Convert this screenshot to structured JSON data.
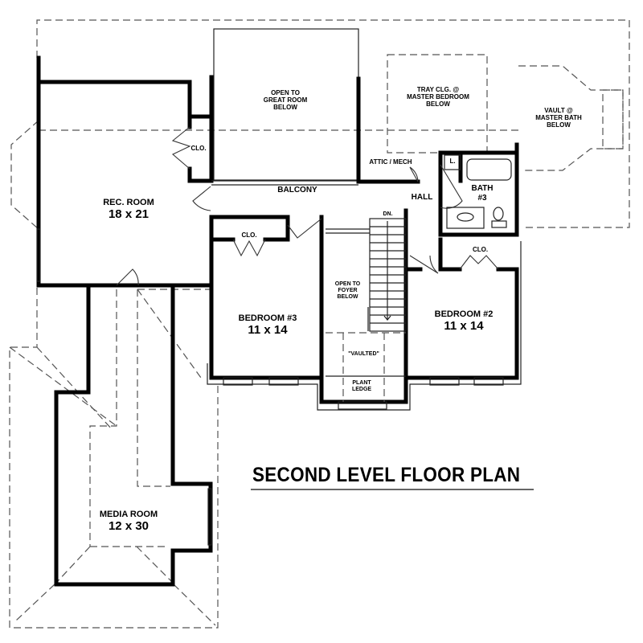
{
  "title": "SECOND LEVEL FLOOR PLAN",
  "rooms": {
    "rec_room": {
      "name": "REC. ROOM",
      "size": "18 x 21"
    },
    "media_room": {
      "name": "MEDIA ROOM",
      "size": "12 x 30"
    },
    "bedroom3": {
      "name": "BEDROOM #3",
      "size": "11 x 14"
    },
    "bedroom2": {
      "name": "BEDROOM #2",
      "size": "11 x 14"
    },
    "bath3": {
      "name": "BATH\n#3"
    }
  },
  "labels": {
    "open_great_room": "OPEN TO\nGREAT ROOM\nBELOW",
    "tray_ceiling": "TRAY CLG. @\nMASTER BEDROOM\nBELOW",
    "vault_master_bath": "VAULT @\nMASTER BATH\nBELOW",
    "attic_mech": "ATTIC / MECH",
    "balcony": "BALCONY",
    "hall": "HALL",
    "linen": "L.",
    "closet_rec": "CLO.",
    "closet_bed3": "CLO.",
    "closet_bed2": "CLO.",
    "stairs_down": "DN.",
    "open_foyer": "OPEN TO\nFOYER\nBELOW",
    "vaulted": "\"VAULTED\"",
    "plant_ledge": "PLANT\nLEDGE"
  }
}
